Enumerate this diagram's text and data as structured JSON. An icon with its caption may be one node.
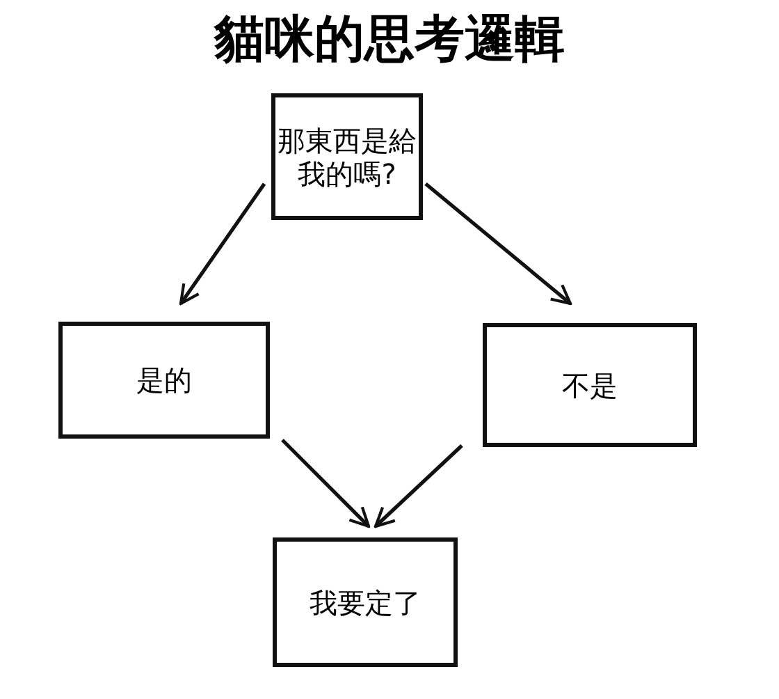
{
  "diagram": {
    "title": "貓咪的思考邏輯",
    "nodes": [
      {
        "text": [
          "那東西是給我的嗎?"
        ]
      },
      {
        "text": [
          "是的"
        ]
      },
      {
        "text": [
          "不是"
        ]
      },
      {
        "text": [
          "我要定了"
        ]
      }
    ],
    "edges": [
      {
        "from": 0,
        "to": 1,
        "arrow": "to"
      },
      {
        "from": 0,
        "to": 2,
        "arrow": "to"
      },
      {
        "from": 1,
        "to": 3,
        "arrow": "to"
      },
      {
        "from": 2,
        "to": 3,
        "arrow": "to"
      }
    ]
  }
}
